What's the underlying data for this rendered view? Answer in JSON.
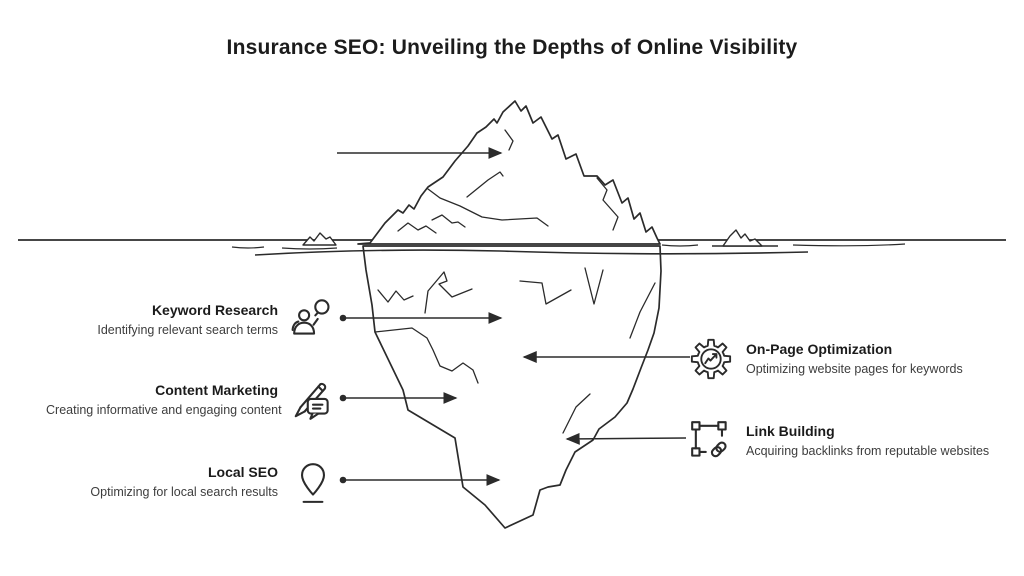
{
  "title": "Insurance SEO: Unveiling the Depths of Online Visibility",
  "colors": {
    "ink": "#2b2b2b",
    "background": "#ffffff",
    "title": "#1c1c1c",
    "description": "#3d3d3d"
  },
  "illustration": {
    "name": "iceberg-above-and-below-waterline",
    "unlabeled_tip_arrow": true
  },
  "callouts": {
    "left": [
      {
        "title": "Keyword Research",
        "description": "Identifying relevant search terms",
        "icon": "person-search-icon"
      },
      {
        "title": "Content Marketing",
        "description": "Creating informative and engaging content",
        "icon": "pencil-message-icon"
      },
      {
        "title": "Local SEO",
        "description": "Optimizing for local search results",
        "icon": "location-pin-icon"
      }
    ],
    "right": [
      {
        "title": "On-Page Optimization",
        "description": "Optimizing website pages for keywords",
        "icon": "gear-chart-icon"
      },
      {
        "title": "Link Building",
        "description": "Acquiring backlinks from reputable websites",
        "icon": "link-frame-icon"
      }
    ]
  }
}
